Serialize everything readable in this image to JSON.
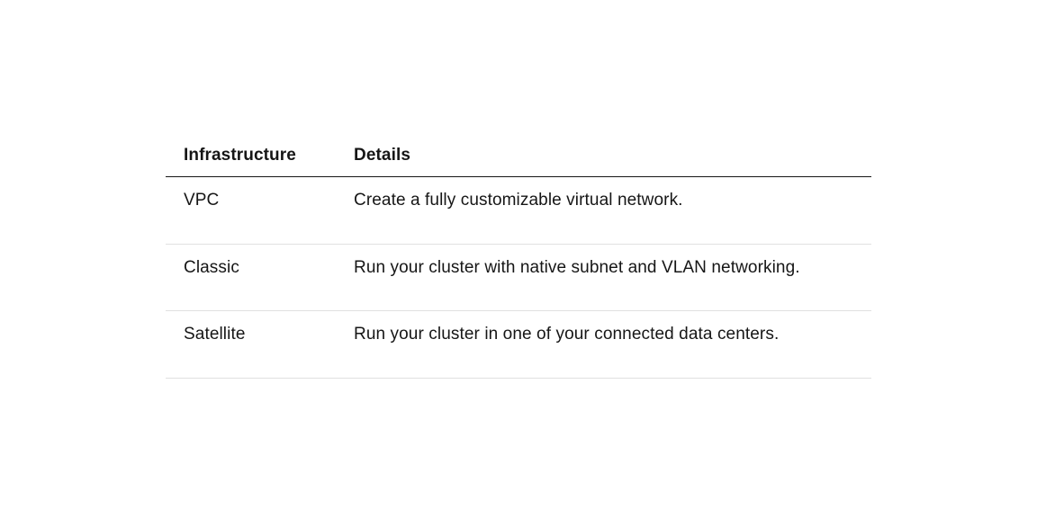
{
  "table": {
    "headers": {
      "infrastructure": "Infrastructure",
      "details": "Details"
    },
    "rows": [
      {
        "infrastructure": "VPC",
        "details": "Create a fully customizable virtual network."
      },
      {
        "infrastructure": "Classic",
        "details": "Run your cluster with native subnet and VLAN networking."
      },
      {
        "infrastructure": "Satellite",
        "details": "Run your cluster in one of your connected data centers."
      }
    ]
  }
}
